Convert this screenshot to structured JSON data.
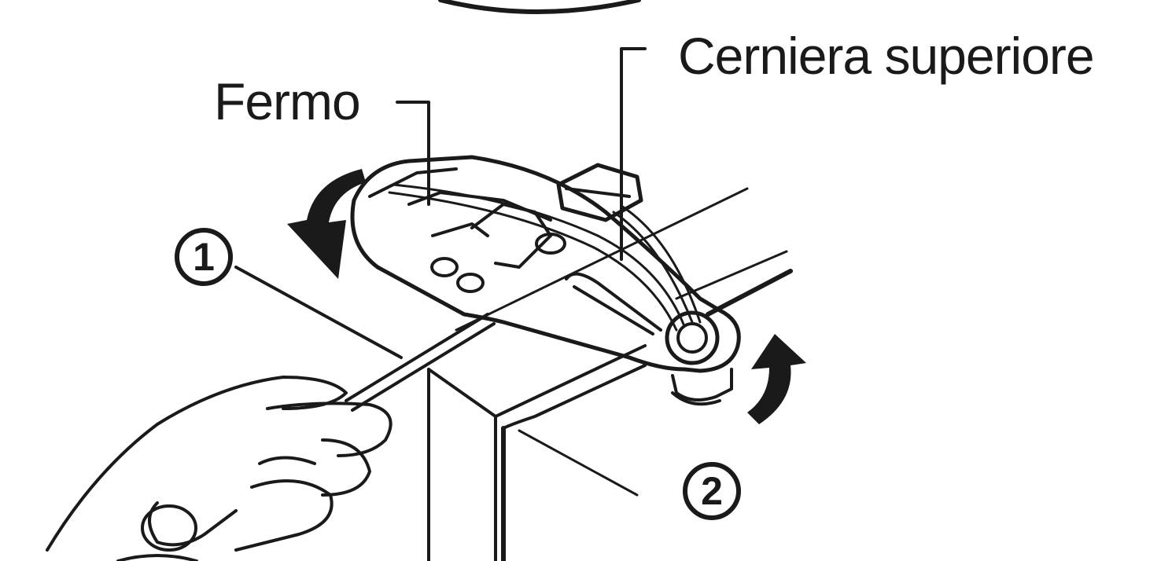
{
  "labels": {
    "fermo": "Fermo",
    "cerniera": "Cerniera superiore"
  },
  "steps": {
    "one": "1",
    "two": "2"
  },
  "colors": {
    "ink": "#1a1a1a",
    "paper": "#ffffff"
  }
}
